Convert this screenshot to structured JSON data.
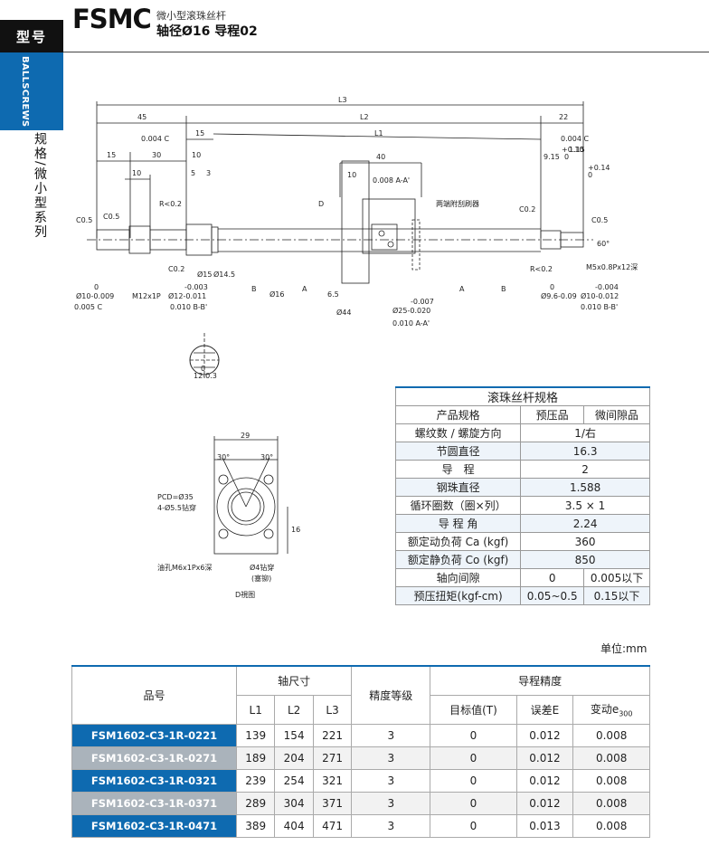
{
  "header": {
    "tab_label": "型号",
    "model": "FSMC",
    "subtitle1": "微小型滚珠丝杆",
    "subtitle2": "轴径Ø16 导程02",
    "side_en": "BALLSCREWS",
    "side_cn": "规格/微小型系列"
  },
  "drawing": {
    "dims": {
      "L3": "L3",
      "L2": "L2",
      "L1": "L1",
      "d45": "45",
      "d22": "22",
      "d15a": "15",
      "d15b": "15",
      "d30": "30",
      "d10a": "10",
      "d10b": "10",
      "d5": "5",
      "d3": "3",
      "d40": "40",
      "d10c": "10",
      "d6_5": "6.5",
      "d9_15": "9.15",
      "d1_15": "1.15"
    },
    "labels": {
      "c05a": "C0.5",
      "c05b": "C0.5",
      "c05c": "C0.5",
      "c02a": "C0.2",
      "c02b": "C0.2",
      "r02a": "R<0.2",
      "r02b": "R<0.2",
      "phi15": "Ø15",
      "phi14_5": "Ø14.5",
      "phi16": "Ø16",
      "phi44": "Ø44",
      "m12": "M12x1P",
      "phi12": "Ø12-0.011",
      "phi12_top": "-0.003",
      "phi10": "Ø10-0.009",
      "phi10_top": "0",
      "phi25": "Ø25-0.020",
      "phi25_top": "-0.007",
      "phi9_6": "Ø9.6-0.09",
      "phi9_6_top": "0",
      "phi10r": "Ø10-0.012",
      "phi10r_top": "-0.004",
      "m5": "M5x0.8Px12深",
      "deg60": "60°",
      "wiper": "两端附刮刷器",
      "d_mark": "D",
      "tol1": "0.004 C",
      "tol2": "0.004 C",
      "tol3": "0.005 C",
      "tol4": "0.010 B-B'",
      "tol5": "0.008 A-A'",
      "tol6": "0.010 A-A'",
      "tol7": "0.010 B-B'",
      "p010": "+0.10",
      "p0": "0",
      "p014": "+0.14",
      "p0b": "0",
      "keyw": "0",
      "keyw2": "12-0.3",
      "bA": "A",
      "bB": "B",
      "bA2": "A",
      "bB2": "B"
    },
    "flange": {
      "w29": "29",
      "a30l": "30°",
      "a30r": "30°",
      "pcd": "PCD=Ø35",
      "holes": "4-Ø5.5钻穿",
      "oil": "油孔M6x1Px6深",
      "d16": "16",
      "phi4": "Ø4钻穿",
      "seal": "(塞铆)",
      "view": "D視图"
    }
  },
  "spec_table": {
    "title": "滚珠丝杆规格",
    "headers": [
      "产品规格",
      "预压品",
      "微间隙品"
    ],
    "rows": [
      {
        "label": "螺纹数 / 螺旋方向",
        "value": "1/右"
      },
      {
        "label": "节圆直径",
        "value": "16.3"
      },
      {
        "label": "导　程",
        "value": "2"
      },
      {
        "label": "钢珠直径",
        "value": "1.588"
      },
      {
        "label": "循环圈数（圈×列）",
        "value": "3.5 × 1"
      },
      {
        "label": "导 程 角",
        "value": "2.24"
      },
      {
        "label": "额定动负荷 Ca (kgf)",
        "value": "360"
      },
      {
        "label": "额定静负荷 Co (kgf)",
        "value": "850"
      },
      {
        "label": "轴向间隙",
        "v1": "0",
        "v2": "0.005以下"
      },
      {
        "label": "预压扭矩(kgf-cm)",
        "v1": "0.05~0.5",
        "v2": "0.15以下"
      }
    ]
  },
  "unit": "单位:mm",
  "product_table": {
    "h_part": "品号",
    "h_shaft": "轴尺寸",
    "h_grade": "精度等级",
    "h_lead": "导程精度",
    "h_L1": "L1",
    "h_L2": "L2",
    "h_L3": "L3",
    "h_target": "目标值(T)",
    "h_err": "误差E",
    "h_var": "变动e",
    "h_var_sub": "300",
    "rows": [
      {
        "pn": "FSM1602-C3-1R-0221",
        "L1": "139",
        "L2": "154",
        "L3": "221",
        "grade": "3",
        "T": "0",
        "E": "0.012",
        "e": "0.008"
      },
      {
        "pn": "FSM1602-C3-1R-0271",
        "L1": "189",
        "L2": "204",
        "L3": "271",
        "grade": "3",
        "T": "0",
        "E": "0.012",
        "e": "0.008"
      },
      {
        "pn": "FSM1602-C3-1R-0321",
        "L1": "239",
        "L2": "254",
        "L3": "321",
        "grade": "3",
        "T": "0",
        "E": "0.012",
        "e": "0.008"
      },
      {
        "pn": "FSM1602-C3-1R-0371",
        "L1": "289",
        "L2": "304",
        "L3": "371",
        "grade": "3",
        "T": "0",
        "E": "0.012",
        "e": "0.008"
      },
      {
        "pn": "FSM1602-C3-1R-0471",
        "L1": "389",
        "L2": "404",
        "L3": "471",
        "grade": "3",
        "T": "0",
        "E": "0.013",
        "e": "0.008"
      }
    ]
  },
  "colors": {
    "brand_blue": "#0e6ab0",
    "row_gray": "#aab3bb"
  }
}
